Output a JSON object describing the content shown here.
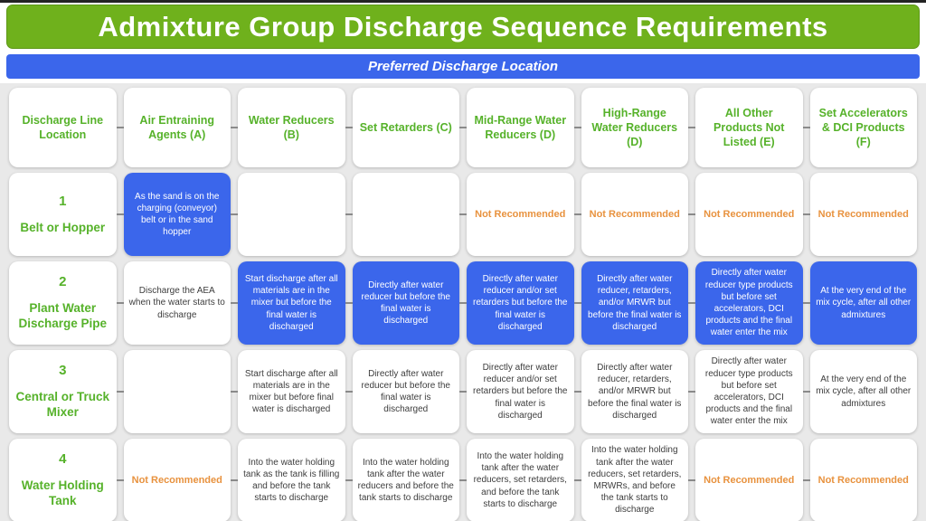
{
  "slide": {
    "title": "Admixture Group Discharge Sequence Requirements",
    "subtitle": "Preferred Discharge Location"
  },
  "colors": {
    "banner_green": "#6fb11c",
    "banner_blue": "#3b66eb",
    "highlight_cell_blue": "#3b66eb",
    "header_text_green": "#56b22a",
    "not_recommended_orange": "#e8923e",
    "grid_background": "#e9e9e9",
    "connector_gray": "#8a8a8a"
  },
  "table": {
    "column_headers": [
      "Discharge Line Location",
      "Air Entraining Agents (A)",
      "Water Reducers (B)",
      "Set Retarders (C)",
      "Mid-Range Water Reducers (D)",
      "High-Range Water Reducers (D)",
      "All Other Products Not Listed (E)",
      "Set Accelerators & DCI Products (F)"
    ],
    "rows": [
      {
        "number": "1",
        "label": "Belt or Hopper",
        "cells": [
          {
            "variant": "blue",
            "text": "As the sand is on the charging (conveyor) belt or in the sand hopper"
          },
          {
            "variant": "empty",
            "text": ""
          },
          {
            "variant": "empty",
            "text": ""
          },
          {
            "variant": "nr",
            "text": "Not Recommended"
          },
          {
            "variant": "nr",
            "text": "Not Recommended"
          },
          {
            "variant": "nr",
            "text": "Not Recommended"
          },
          {
            "variant": "nr",
            "text": "Not Recommended"
          }
        ]
      },
      {
        "number": "2",
        "label": "Plant Water Discharge Pipe",
        "cells": [
          {
            "variant": "plain",
            "text": "Discharge the AEA when the water starts to discharge"
          },
          {
            "variant": "blue",
            "text": "Start discharge after all materials are in the mixer but before the final water is discharged"
          },
          {
            "variant": "blue",
            "text": "Directly after water reducer but before the final water is discharged"
          },
          {
            "variant": "blue",
            "text": "Directly after water reducer and/or set retarders but before the final water is discharged"
          },
          {
            "variant": "blue",
            "text": "Directly after water reducer, retarders, and/or MRWR but before the final water is discharged"
          },
          {
            "variant": "blue",
            "text": "Directly after water reducer type products but before set accelerators, DCI products and the final water enter the mix"
          },
          {
            "variant": "blue",
            "text": "At the very end of the mix cycle, after all other admixtures"
          }
        ]
      },
      {
        "number": "3",
        "label": "Central or Truck Mixer",
        "cells": [
          {
            "variant": "empty",
            "text": ""
          },
          {
            "variant": "plain",
            "text": "Start discharge after all materials are in the mixer but before final water is discharged"
          },
          {
            "variant": "plain",
            "text": "Directly after water reducer but before the final water is discharged"
          },
          {
            "variant": "plain",
            "text": "Directly after water reducer and/or set retarders but before the final water is discharged"
          },
          {
            "variant": "plain",
            "text": "Directly after water reducer, retarders, and/or MRWR but before the final water is discharged"
          },
          {
            "variant": "plain",
            "text": "Directly after water reducer type products but before set accelerators, DCI products and the final water enter the mix"
          },
          {
            "variant": "plain",
            "text": "At the very end of the mix cycle, after all other admixtures"
          }
        ]
      },
      {
        "number": "4",
        "label": "Water Holding Tank",
        "cells": [
          {
            "variant": "nr",
            "text": "Not Recommended"
          },
          {
            "variant": "plain",
            "text": "Into the water holding tank as the tank is filling and before the tank starts to discharge"
          },
          {
            "variant": "plain",
            "text": "Into the water holding tank after the water reducers and before the tank starts to discharge"
          },
          {
            "variant": "plain",
            "text": "Into the water holding tank after the water reducers, set retarders, and before the tank starts to discharge"
          },
          {
            "variant": "plain",
            "text": "Into the water holding tank after the water reducers, set retarders, MRWRs, and before the tank starts to discharge"
          },
          {
            "variant": "nr",
            "text": "Not Recommended"
          },
          {
            "variant": "nr",
            "text": "Not Recommended"
          }
        ]
      }
    ]
  }
}
